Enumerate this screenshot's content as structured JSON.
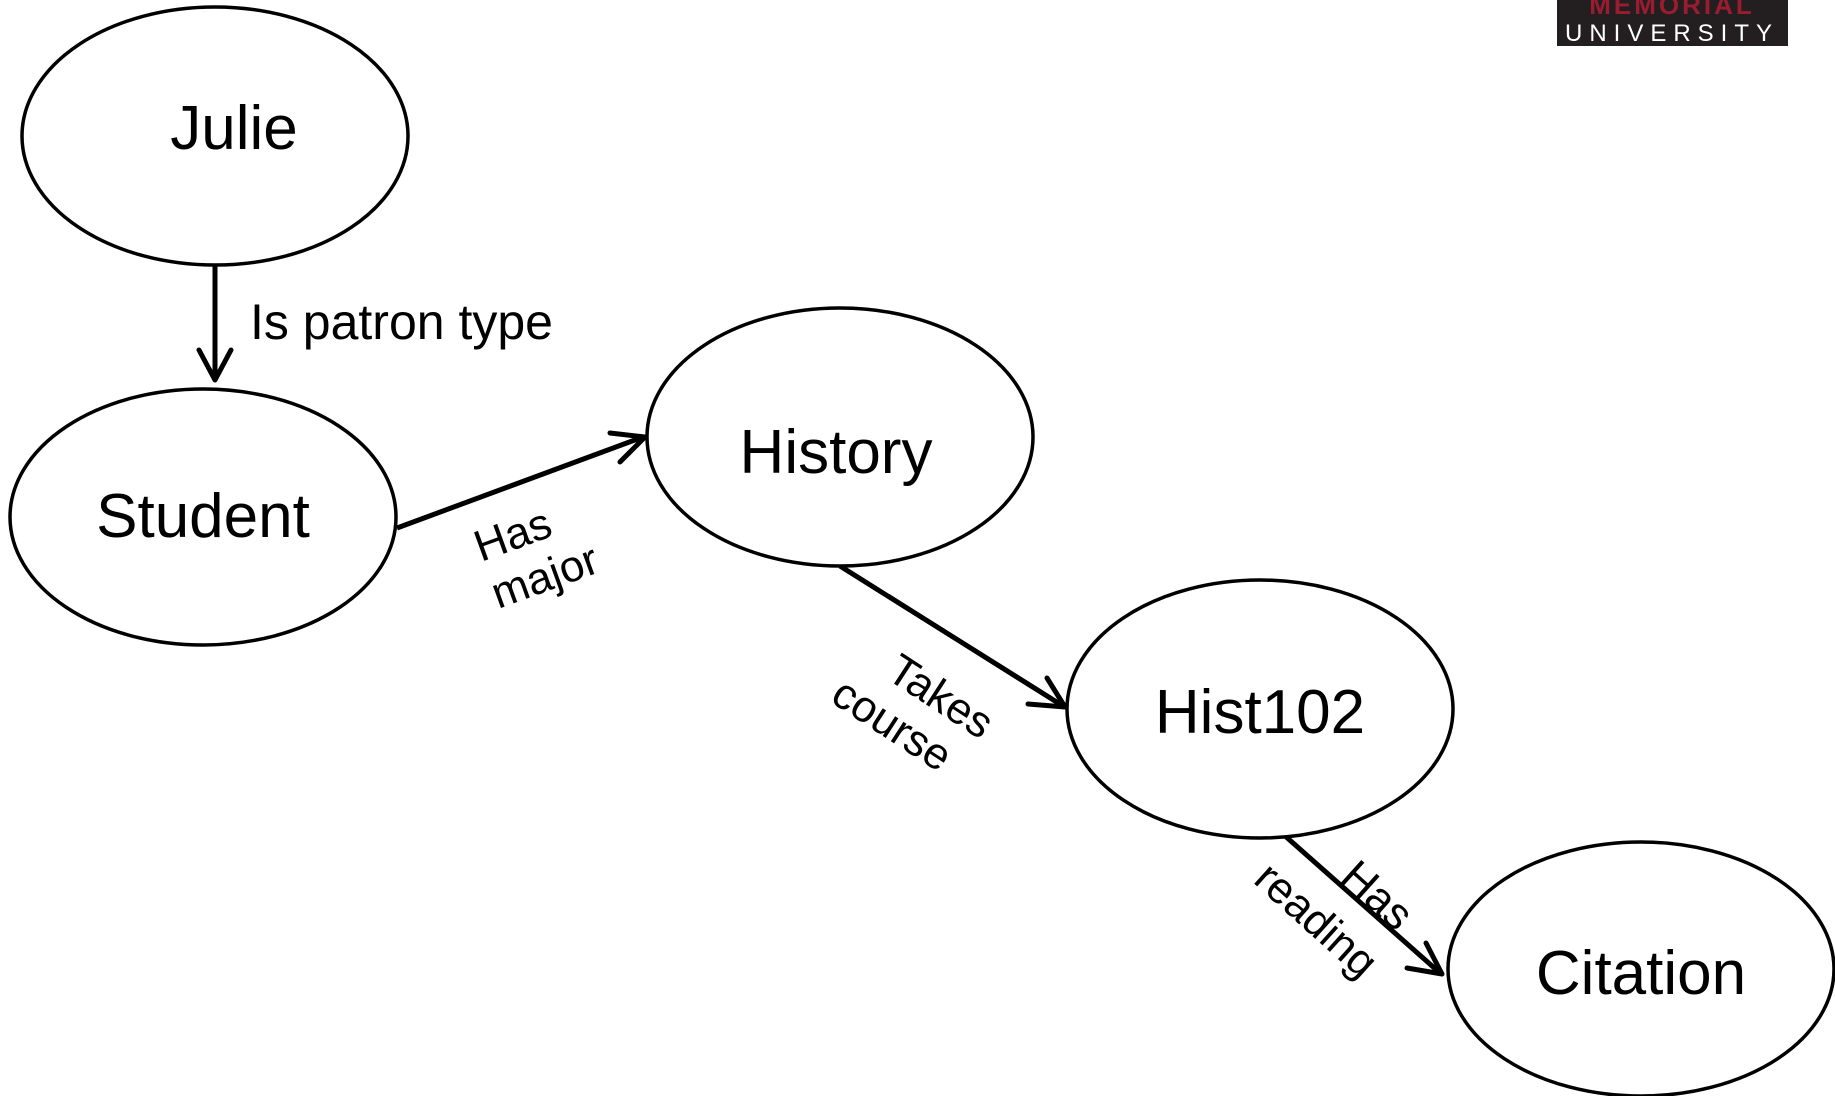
{
  "logo": {
    "line1": "MEMORIAL",
    "line2": "UNIVERSITY"
  },
  "nodes": {
    "julie": "Julie",
    "student": "Student",
    "history": "History",
    "hist102": "Hist102",
    "citation": "Citation"
  },
  "edges": {
    "is_patron_type": "Is patron type",
    "has_major": [
      "Has",
      "major"
    ],
    "takes_course": [
      "Takes",
      "course"
    ],
    "has_reading": [
      "Has",
      "reading"
    ]
  },
  "colors": {
    "line": "#000000",
    "background": "#ffffff",
    "logo_dark": "#231f20",
    "logo_red": "#9b1b30"
  }
}
